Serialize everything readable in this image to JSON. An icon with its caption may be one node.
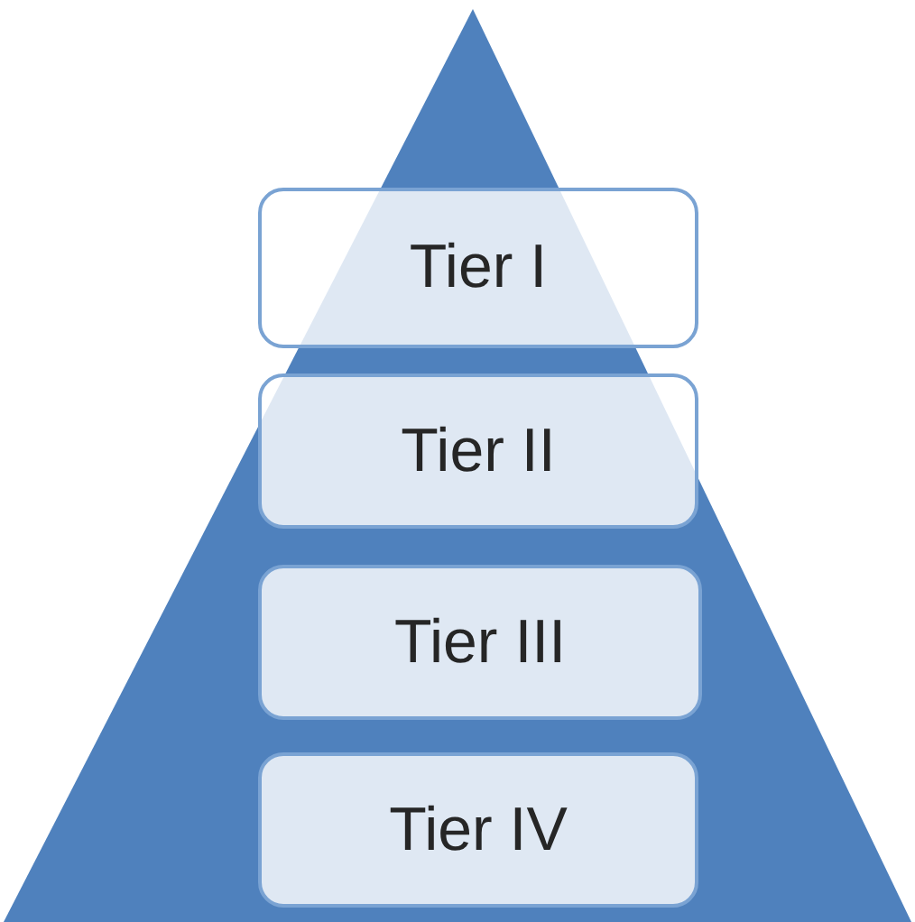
{
  "diagram": {
    "nodes": [
      {
        "text": [
          "Tier I"
        ]
      },
      {
        "text": [
          "Tier II"
        ]
      },
      {
        "text": [
          "Tier III"
        ]
      },
      {
        "text": [
          "Tier IV"
        ]
      }
    ]
  }
}
